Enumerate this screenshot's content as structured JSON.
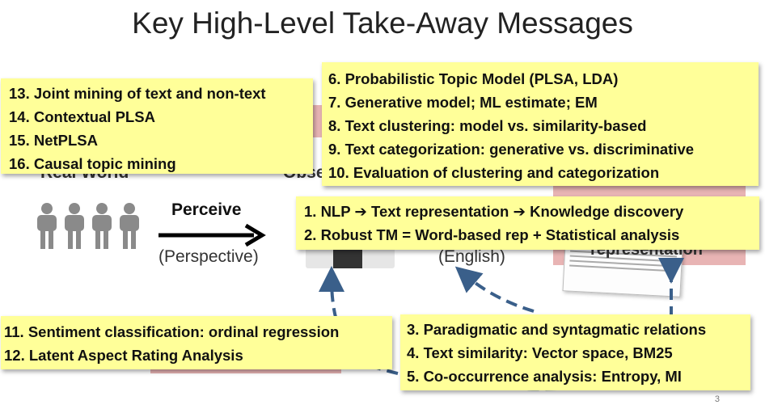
{
  "title": "Key High-Level Take-Away Messages",
  "background": {
    "real_world_label": "Real World",
    "observed_label": "Obse",
    "perceive_label": "Perceive",
    "perspective_label": "(Perspective)",
    "english_label": "(English)",
    "representation_label": "representation"
  },
  "boxes": {
    "top_left": [
      "13. Joint mining of text and non-text",
      "14. Contextual PLSA",
      "15. NetPLSA",
      "16. Causal topic mining"
    ],
    "top_right": [
      "6. Probabilistic Topic Model (PLSA, LDA)",
      "7. Generative model; ML estimate; EM",
      "8. Text clustering: model vs. similarity-based",
      "9. Text categorization: generative vs. discriminative",
      "10. Evaluation of clustering and categorization"
    ],
    "middle_right": [
      "1.   NLP ➔ Text representation ➔ Knowledge discovery",
      "2.   Robust TM = Word-based rep + Statistical analysis"
    ],
    "bottom_left": [
      "11. Sentiment classification: ordinal regression",
      "12. Latent Aspect Rating Analysis"
    ],
    "bottom_right": [
      "3. Paradigmatic and syntagmatic relations",
      "4. Text similarity: Vector space, BM25",
      "5. Co-occurrence analysis: Entropy, MI"
    ]
  },
  "slide_number": "3",
  "colors": {
    "box_fill": "#ffff99",
    "pink_block": "#e8b4b4",
    "arrow_blue": "#3a5f8a"
  }
}
